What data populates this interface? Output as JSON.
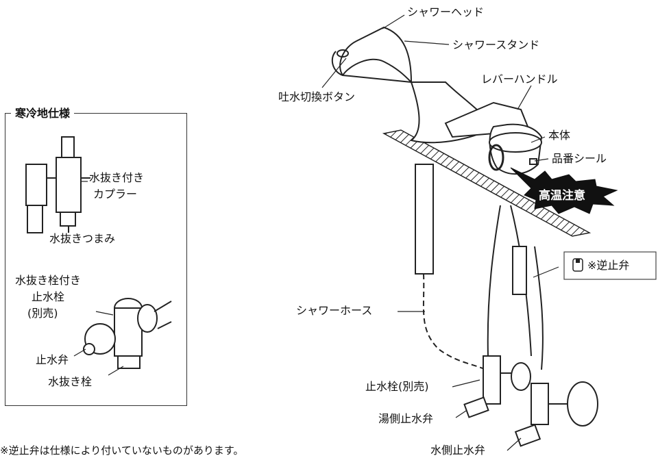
{
  "labels": {
    "shower_head": "シャワーヘッド",
    "shower_stand": "シャワースタンド",
    "lever_handle": "レバーハンドル",
    "spout_switch_button": "吐水切換ボタン",
    "body": "本体",
    "part_number_seal": "品番シール",
    "high_temp_caution": "高温注意",
    "check_valve": "※逆止弁",
    "shower_hose": "シャワーホース",
    "stop_cock": "止水栓(別売)",
    "hot_stop_valve": "湯側止水弁",
    "cold_stop_valve": "水側止水弁"
  },
  "cold_region": {
    "title": "寒冷地仕様",
    "coupler_line1": "水抜き付き",
    "coupler_line2": "カプラー",
    "drain_knob": "水抜きつまみ",
    "stopcock_line1": "水抜き栓付き",
    "stopcock_line2": "止水栓",
    "stopcock_line3": "(別売)",
    "stop_valve": "止水弁",
    "drain_plug": "水抜き栓"
  },
  "footnote": "※逆止弁は仕様により付いていないものがあります。",
  "colors": {
    "warning_burst": "#111111",
    "warning_text": "#ffffff"
  }
}
